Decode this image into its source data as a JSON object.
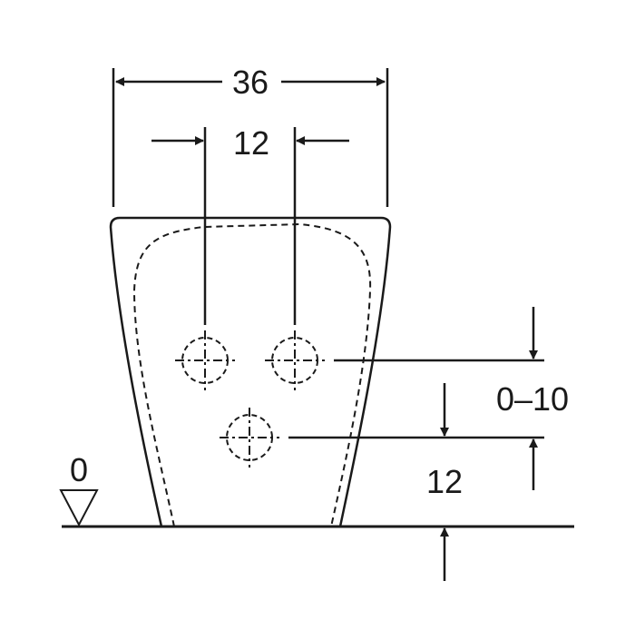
{
  "dimensions": {
    "overall_width": "36",
    "connection_spacing": "12",
    "height_adjust_range": "0–10",
    "lower_connection_height": "12",
    "floor_level": "0"
  },
  "colors": {
    "line": "#1a1a1a",
    "background": "#ffffff"
  }
}
